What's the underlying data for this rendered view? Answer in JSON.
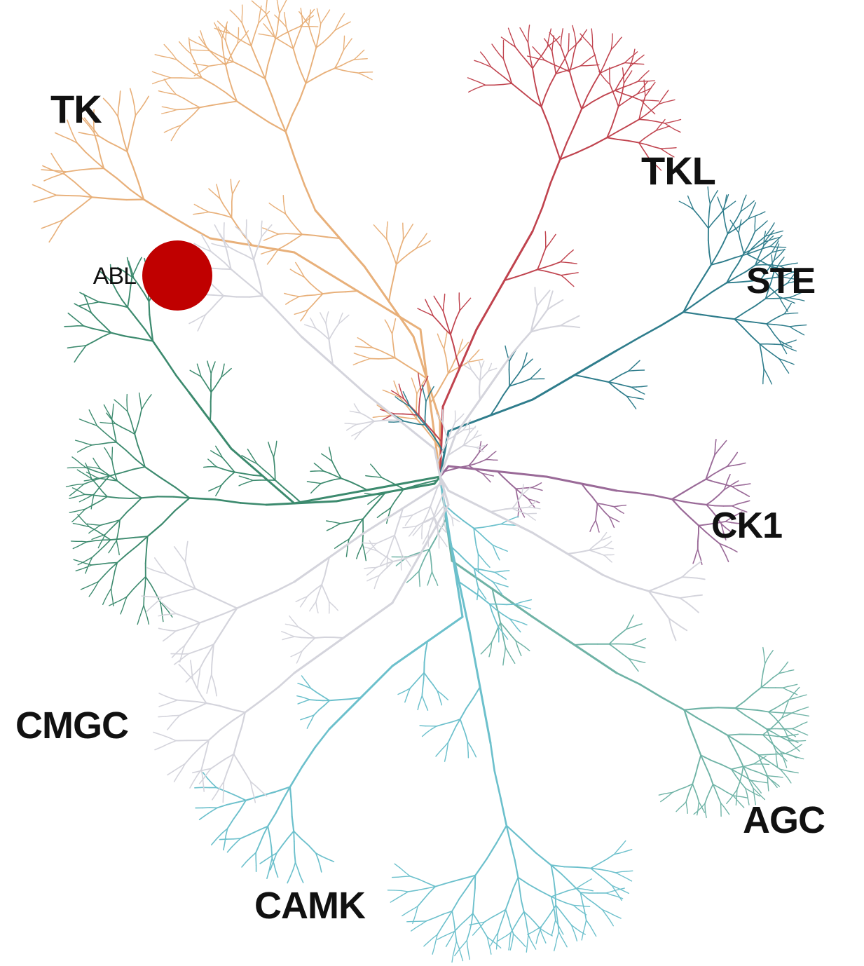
{
  "diagram": {
    "type": "kinome-tree",
    "groups": [
      {
        "id": "tk",
        "label": "TK",
        "color": "#e8b07a"
      },
      {
        "id": "tkl",
        "label": "TKL",
        "color": "#c0434e"
      },
      {
        "id": "ste",
        "label": "STE",
        "color": "#2f7d8c"
      },
      {
        "id": "ck1",
        "label": "CK1",
        "color": "#9a6a98"
      },
      {
        "id": "agc",
        "label": "AGC",
        "color": "#6fb3a6"
      },
      {
        "id": "camk",
        "label": "CAMK",
        "color": "#6cc0cc"
      },
      {
        "id": "cmgc",
        "label": "CMGC",
        "color": "#3c8a6e"
      },
      {
        "id": "other",
        "label": "",
        "color": "#d4d4dc"
      }
    ],
    "highlight": {
      "label": "ABL",
      "group": "tk",
      "color": "#c00000"
    }
  }
}
